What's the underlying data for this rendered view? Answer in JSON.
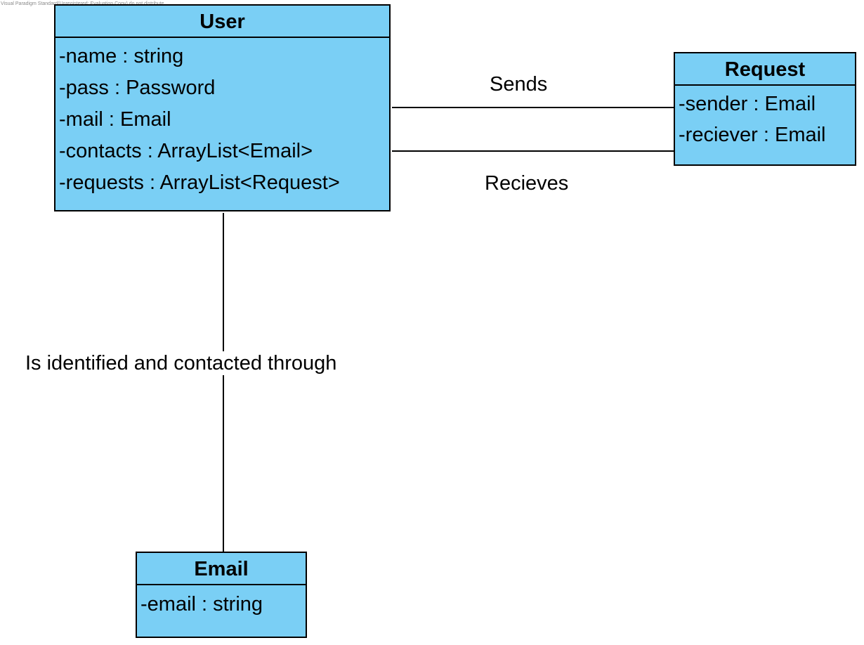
{
  "watermark": "Visual Paradigm Standard(Unregistered: Evaluation Copy) do not distribute",
  "classes": {
    "user": {
      "name": "User",
      "attributes": [
        "-name : string",
        "-pass : Password",
        "-mail : Email",
        "-contacts : ArrayList<Email>",
        "-requests : ArrayList<Request>"
      ]
    },
    "request": {
      "name": "Request",
      "attributes": [
        "-sender : Email",
        "-reciever : Email"
      ]
    },
    "email": {
      "name": "Email",
      "attributes": [
        "-email : string"
      ]
    }
  },
  "associations": {
    "sends": "Sends",
    "receives": "Recieves",
    "identified": "Is identified and contacted through"
  },
  "colors": {
    "class_fill": "#7acff5",
    "border": "#000000",
    "line": "#000000"
  }
}
